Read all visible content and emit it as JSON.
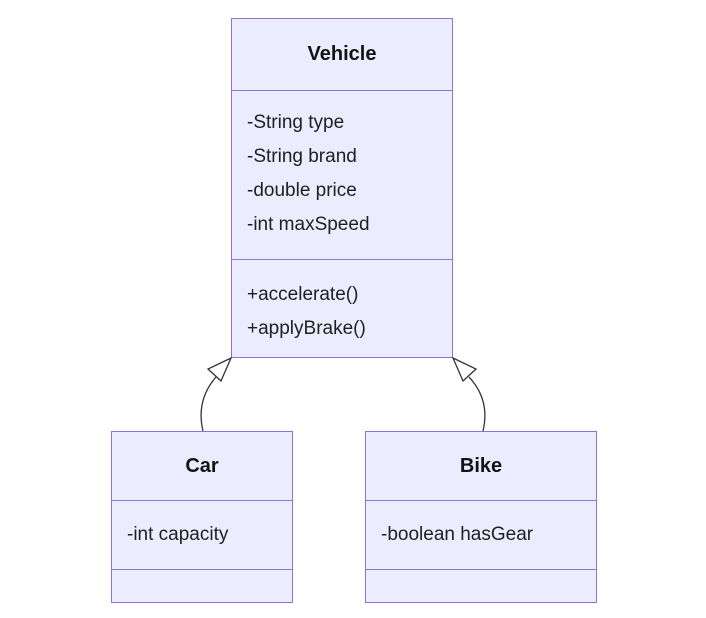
{
  "diagram": {
    "type": "uml-class-diagram",
    "background_color": "#ffffff",
    "node_fill_color": "#ECECFF",
    "node_border_color": "#9370DB",
    "edge_color": "#333333",
    "classes": [
      {
        "name": "Vehicle",
        "attributes": [
          "-String type",
          "-String brand",
          "-double price",
          "-int maxSpeed"
        ],
        "methods": [
          "+accelerate()",
          "+applyBrake()"
        ]
      },
      {
        "name": "Car",
        "attributes": [
          "-int capacity"
        ],
        "methods": []
      },
      {
        "name": "Bike",
        "attributes": [
          "-boolean hasGear"
        ],
        "methods": []
      }
    ],
    "relations": [
      {
        "from": "Car",
        "to": "Vehicle",
        "type": "inheritance"
      },
      {
        "from": "Bike",
        "to": "Vehicle",
        "type": "inheritance"
      }
    ]
  }
}
